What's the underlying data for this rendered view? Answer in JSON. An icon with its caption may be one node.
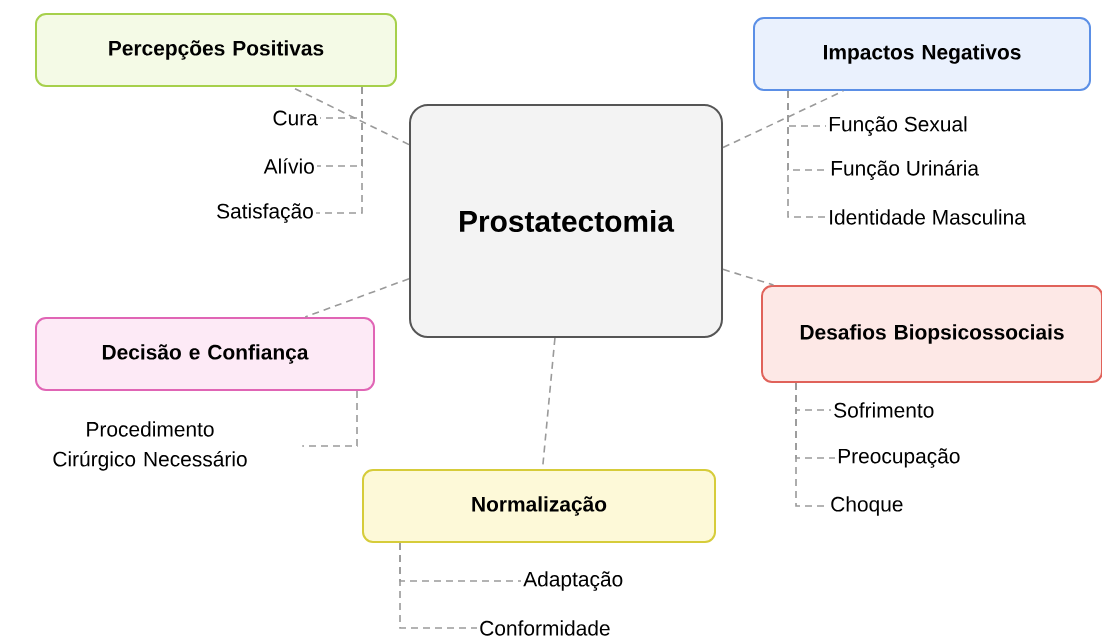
{
  "diagram": {
    "nodes": [
      {
        "text": [
          "Prostatectomia"
        ]
      },
      {
        "text": [
          "Percepções Positivas"
        ]
      },
      {
        "text": [
          "Cura"
        ]
      },
      {
        "text": [
          "Alívio"
        ]
      },
      {
        "text": [
          "Satisfação"
        ]
      },
      {
        "text": [
          "Impactos Negativos"
        ]
      },
      {
        "text": [
          "Função Sexual"
        ]
      },
      {
        "text": [
          "Função Urinária"
        ]
      },
      {
        "text": [
          "Identidade Masculina"
        ]
      },
      {
        "text": [
          "Decisão e Confiança"
        ]
      },
      {
        "text": [
          "Procedimento Cirúrgico Necessário"
        ]
      },
      {
        "text": [
          "Desafios Biopsicossociais"
        ]
      },
      {
        "text": [
          "Sofrimento"
        ]
      },
      {
        "text": [
          "Preocupação"
        ]
      },
      {
        "text": [
          "Choque"
        ]
      },
      {
        "text": [
          "Normalização"
        ]
      },
      {
        "text": [
          "Adaptação"
        ]
      },
      {
        "text": [
          "Conformidade"
        ]
      }
    ],
    "edges": [
      {
        "from": 0,
        "to": 1,
        "arrow": "none",
        "style": "dashed"
      },
      {
        "from": 0,
        "to": 5,
        "arrow": "none",
        "style": "dashed"
      },
      {
        "from": 0,
        "to": 9,
        "arrow": "none",
        "style": "dashed"
      },
      {
        "from": 0,
        "to": 11,
        "arrow": "none",
        "style": "dashed"
      },
      {
        "from": 0,
        "to": 15,
        "arrow": "none",
        "style": "dashed"
      },
      {
        "from": 1,
        "to": 2,
        "arrow": "none",
        "style": "dashed"
      },
      {
        "from": 1,
        "to": 3,
        "arrow": "none",
        "style": "dashed"
      },
      {
        "from": 1,
        "to": 4,
        "arrow": "none",
        "style": "dashed"
      },
      {
        "from": 5,
        "to": 6,
        "arrow": "none",
        "style": "dashed"
      },
      {
        "from": 5,
        "to": 7,
        "arrow": "none",
        "style": "dashed"
      },
      {
        "from": 5,
        "to": 8,
        "arrow": "none",
        "style": "dashed"
      },
      {
        "from": 9,
        "to": 10,
        "arrow": "none",
        "style": "dashed"
      },
      {
        "from": 11,
        "to": 12,
        "arrow": "none",
        "style": "dashed"
      },
      {
        "from": 11,
        "to": 13,
        "arrow": "none",
        "style": "dashed"
      },
      {
        "from": 11,
        "to": 14,
        "arrow": "none",
        "style": "dashed"
      },
      {
        "from": 15,
        "to": 16,
        "arrow": "none",
        "style": "dashed"
      },
      {
        "from": 15,
        "to": 17,
        "arrow": "none",
        "style": "dashed"
      }
    ]
  }
}
